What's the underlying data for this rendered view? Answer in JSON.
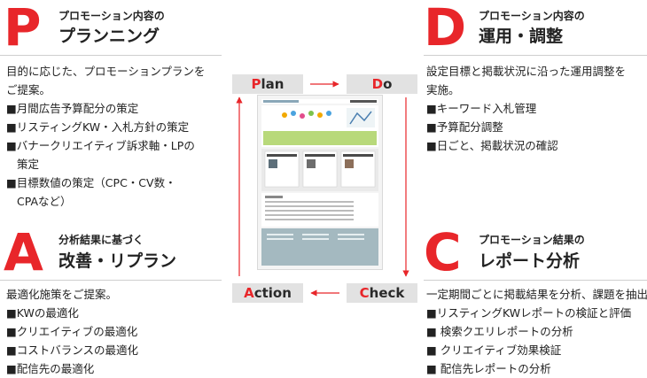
{
  "plan": {
    "letter": "P",
    "subtitle": "プロモーション内容の",
    "title": "プランニング",
    "lines": [
      "目的に応じた、プロモーションプランを",
      "ご提案。",
      "■月間広告予算配分の策定",
      "■リスティングKW・入札方針の策定",
      "■バナークリエイティブ訴求軸・LPの",
      "策定",
      "■目標数値の策定（CPC・CV数・",
      "CPAなど）"
    ]
  },
  "do": {
    "letter": "D",
    "subtitle": "プロモーション内容の",
    "title": "運用・調整",
    "lines": [
      "設定目標と掲載状況に沿った運用調整を",
      "実施。",
      "■キーワード入札管理",
      "■予算配分調整",
      "■日ごと、掲載状況の確認"
    ]
  },
  "action": {
    "letter": "A",
    "subtitle": "分析結果に基づく",
    "title": "改善・リプラン",
    "lines": [
      "最適化施策をご提案。",
      "■KWの最適化",
      "■クリエイティブの最適化",
      "■コストバランスの最適化",
      "■配信先の最適化"
    ]
  },
  "check": {
    "letter": "C",
    "subtitle": "プロモーション結果の",
    "title": "レポート分析",
    "lines": [
      "一定期間ごとに掲載結果を分析、課題を抽出。",
      "■リスティングKWレポートの検証と評価",
      "■ 検索クエリレポートの分析",
      "■ クリエイティブ効果検証",
      "■ 配信先レポートの分析"
    ]
  },
  "cycle": {
    "plan": {
      "first": "P",
      "rest": "lan"
    },
    "do": {
      "first": "D",
      "rest": "o"
    },
    "check": {
      "first": "C",
      "rest": "heck"
    },
    "action": {
      "first": "A",
      "rest": "ction"
    }
  },
  "colors": {
    "accent": "#e8262a",
    "stage_bg": "#e2e2e2",
    "rule": "#cfcfcf"
  }
}
